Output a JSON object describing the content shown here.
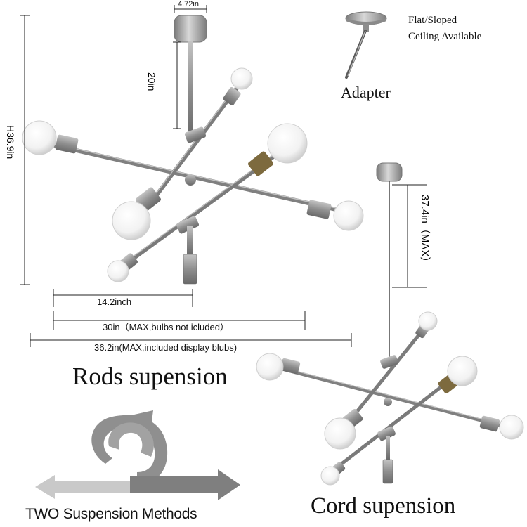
{
  "adapter": {
    "note_line1": "Flat/Sloped",
    "note_line2": "Ceiling Available",
    "label": "Adapter"
  },
  "rods_fixture": {
    "canopy_width": "4.72in",
    "rod_length": "20in",
    "total_height": "H36.9in",
    "half_span": "14.2inch",
    "span_no_bulbs": "30in（MAX,bulbs not icluded）",
    "span_with_bulbs": "36.2in(MAX,included display blubs)",
    "caption": "Rods supension"
  },
  "cord_fixture": {
    "cord_length": "37.4in（MAX）",
    "caption": "Cord supension"
  },
  "methods": {
    "label": "TWO Suspension Methods"
  },
  "colors": {
    "nickel": "#9a9a9a",
    "nickel_dark": "#6e6e6e",
    "brass": "#c8a24a",
    "bulb": "#f4f4f4",
    "arrow_dark": "#8c8c8c",
    "arrow_light": "#c9c9c9"
  }
}
